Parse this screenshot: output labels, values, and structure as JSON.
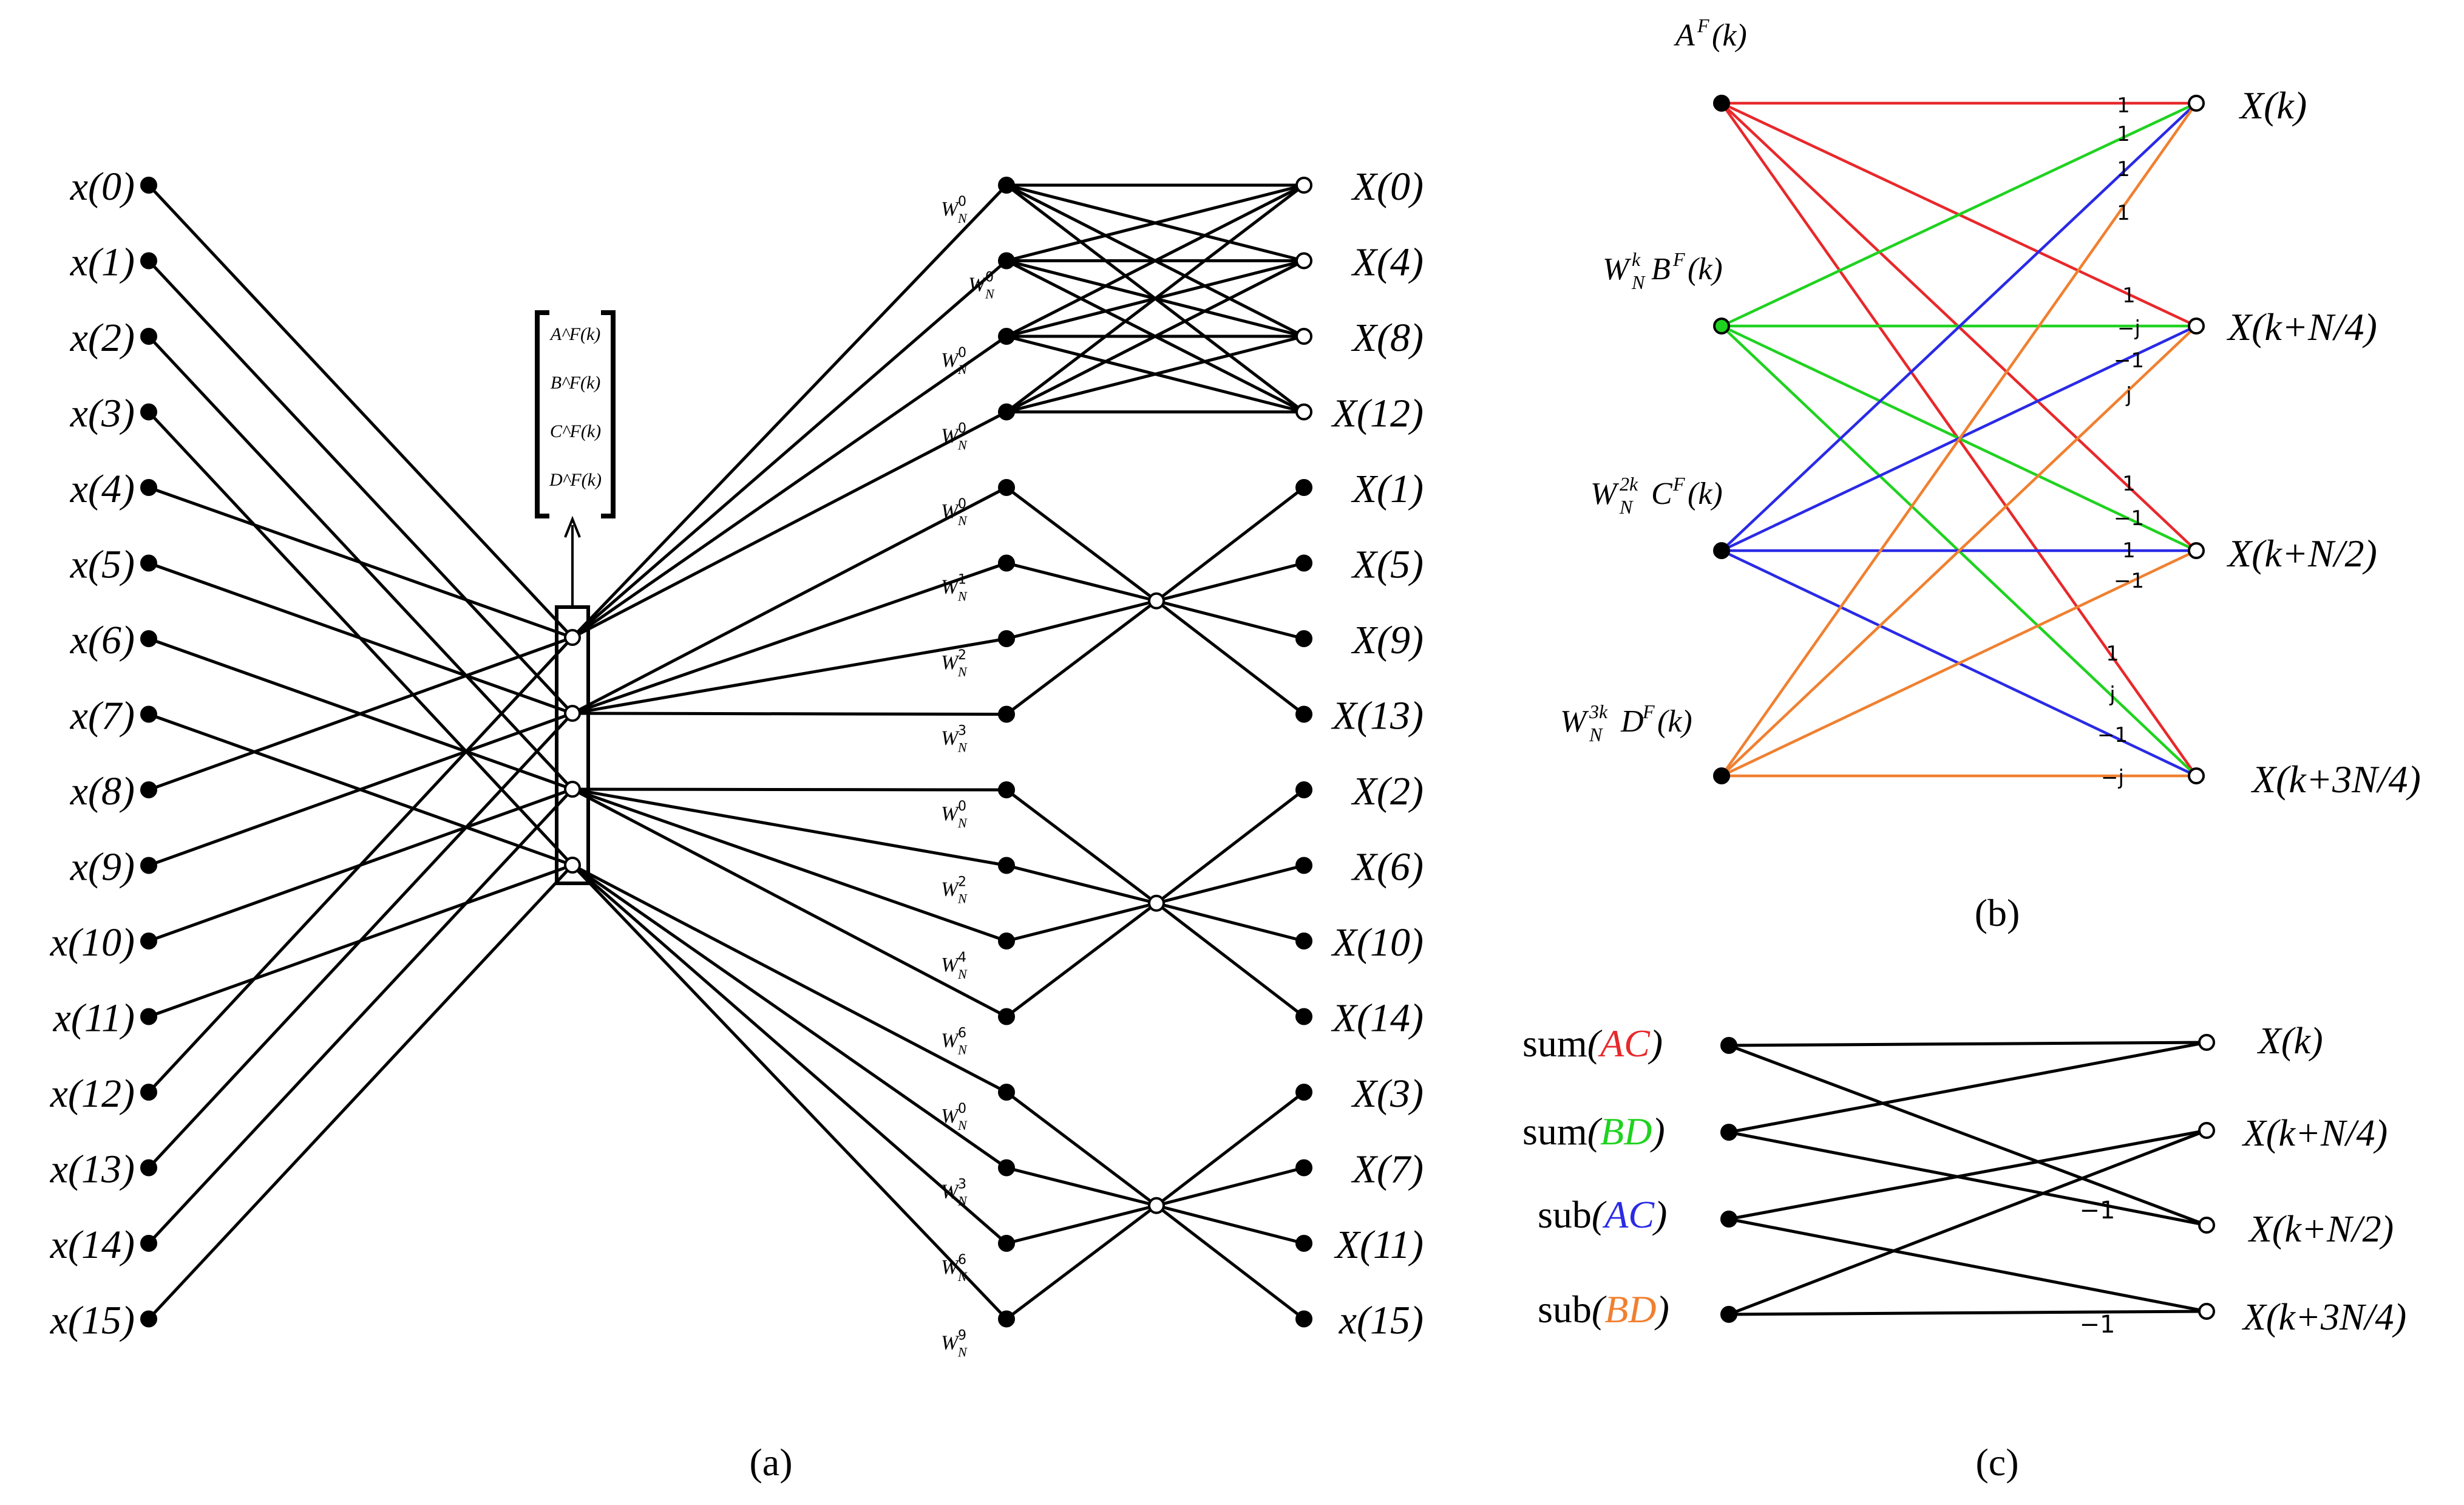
{
  "panel_a": {
    "caption": "(a)",
    "inputs": [
      "x(0)",
      "x(1)",
      "x(2)",
      "x(3)",
      "x(4)",
      "x(5)",
      "x(6)",
      "x(7)",
      "x(8)",
      "x(9)",
      "x(10)",
      "x(11)",
      "x(12)",
      "x(13)",
      "x(14)",
      "x(15)"
    ],
    "bracket_labels": [
      "A^F(k)",
      "B^F(k)",
      "C^F(k)",
      "D^F(k)"
    ],
    "twiddle_labels": [
      [
        "W",
        "N",
        "0"
      ],
      [
        "W",
        "N",
        "0"
      ],
      [
        "W",
        "N",
        "0"
      ],
      [
        "W",
        "N",
        "0"
      ],
      [
        "W",
        "N",
        "0"
      ],
      [
        "W",
        "N",
        "1"
      ],
      [
        "W",
        "N",
        "2"
      ],
      [
        "W",
        "N",
        "3"
      ],
      [
        "W",
        "N",
        "0"
      ],
      [
        "W",
        "N",
        "2"
      ],
      [
        "W",
        "N",
        "4"
      ],
      [
        "W",
        "N",
        "6"
      ],
      [
        "W",
        "N",
        "0"
      ],
      [
        "W",
        "N",
        "3"
      ],
      [
        "W",
        "N",
        "6"
      ],
      [
        "W",
        "N",
        "9"
      ]
    ],
    "outputs": [
      "X(0)",
      "X(4)",
      "X(8)",
      "X(12)",
      "X(1)",
      "X(5)",
      "X(9)",
      "X(13)",
      "X(2)",
      "X(6)",
      "X(10)",
      "X(14)",
      "X(3)",
      "X(7)",
      "X(11)",
      "x(15)"
    ]
  },
  "panel_b": {
    "caption": "(b)",
    "inputs": [
      {
        "pre": "A",
        "sup": "F",
        "post": "(k)",
        "wsup": ""
      },
      {
        "pre": "B",
        "sup": "F",
        "post": "(k)",
        "wsup": "k"
      },
      {
        "pre": "C",
        "sup": "F",
        "post": "(k)",
        "wsup": "2k"
      },
      {
        "pre": "D",
        "sup": "F",
        "post": "(k)",
        "wsup": "3k"
      }
    ],
    "outputs": [
      "X(k)",
      "X(k+N/4)",
      "X(k+N/2)",
      "X(k+3N/4)"
    ],
    "edge_weights": [
      "1",
      "1",
      "1",
      "1",
      "1",
      "−j",
      "−1",
      "j",
      "1",
      "−1",
      "1",
      "−1",
      "1",
      "j",
      "−1",
      "−j"
    ],
    "colors": {
      "A": "#e8282b",
      "B": "#1fd21f",
      "C": "#2a2ae6",
      "D": "#f08030"
    }
  },
  "panel_c": {
    "caption": "(c)",
    "inputs": [
      {
        "op": "sum",
        "arg": "AC",
        "color": "#e8282b"
      },
      {
        "op": "sum",
        "arg": "BD",
        "color": "#1fd21f"
      },
      {
        "op": "sub",
        "arg": "AC",
        "color": "#2a2ae6"
      },
      {
        "op": "sub",
        "arg": "BD",
        "color": "#f08030"
      }
    ],
    "outputs": [
      "X(k)",
      "X(k+N/4)",
      "X(k+N/2)",
      "X(k+3N/4)"
    ],
    "edge_weights": [
      "−1",
      "−1"
    ]
  }
}
